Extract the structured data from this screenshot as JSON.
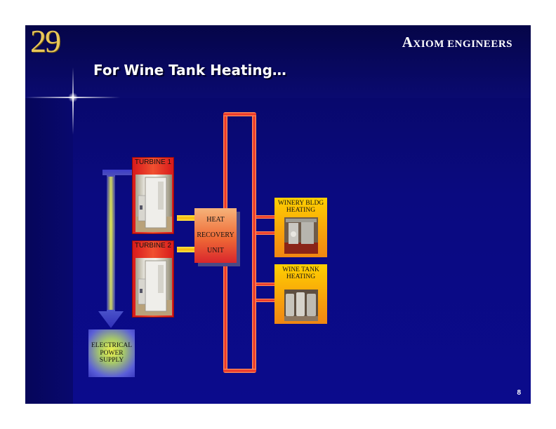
{
  "header": {
    "slide_number": "29",
    "brand_initial": "A",
    "brand_rest": "XIOM ENGINEERS",
    "title": "For Wine Tank Heating…",
    "page_number": "8"
  },
  "diagram": {
    "turbine_1_label": "TURBINE 1",
    "turbine_2_label": "TURBINE 2",
    "heat_recovery_line1": "HEAT",
    "heat_recovery_line2": "RECOVERY",
    "heat_recovery_line3": "UNIT",
    "winery_line1": "WINERY BLDG",
    "winery_line2": "HEATING",
    "wine_tank_line1": "WINE TANK",
    "wine_tank_line2": "HEATING",
    "electrical_line1": "ELECTRICAL",
    "electrical_line2": "POWER",
    "electrical_line3": "SUPPLY"
  },
  "colors": {
    "background": "#0a0a80",
    "turbine": "#e0201e",
    "heat_recovery": "#ef6a36",
    "destination": "#f7b80a",
    "pipe": "#f04a30",
    "slide_number": "#e8c75a"
  },
  "icons": [
    "sparkle-icon",
    "down-arrow-icon"
  ]
}
